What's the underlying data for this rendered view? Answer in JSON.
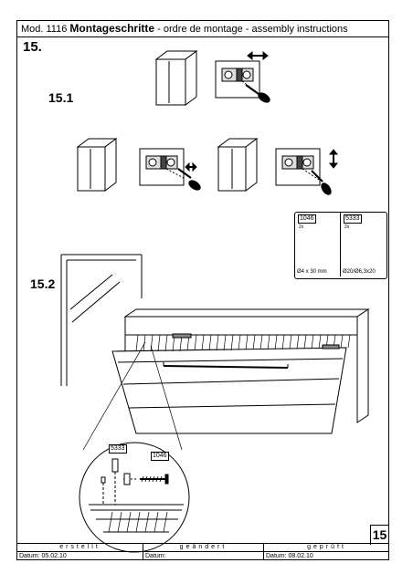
{
  "header": {
    "model": "Mod. 1116",
    "title": "Montageschritte",
    "subtitle": "- ordre de montage - assembly instructions"
  },
  "steps": {
    "main": "15.",
    "sub1": "15.1",
    "sub2": "15.2"
  },
  "hardware": [
    {
      "code": "1046",
      "qty": "2x",
      "spec": "Ø4 x 30 mm",
      "icon": "screw-icon"
    },
    {
      "code": "5333",
      "qty": "2x",
      "spec": "Ø20/Ø6,3x20",
      "icon": "spacer-cylinder-icon"
    }
  ],
  "detail_tags": {
    "spacer": "5333",
    "screw": "1046"
  },
  "page_number": "15",
  "footer": {
    "created_label": "erstellt",
    "created_date_label": "Datum:",
    "created_date": "05.02.10",
    "changed_label": "geändert",
    "changed_date_label": "Datum:",
    "changed_date": "",
    "checked_label": "geprüft",
    "checked_date_label": "Datum:",
    "checked_date": "08.02.10"
  }
}
